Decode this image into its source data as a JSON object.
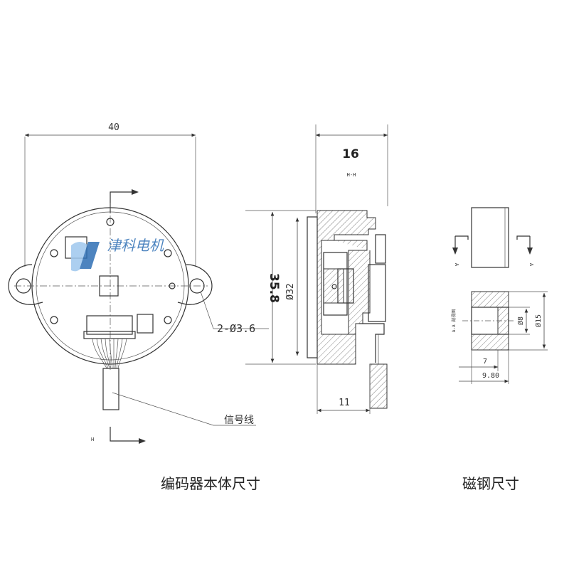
{
  "front_view": {
    "width_dim": "40",
    "hole_note": "2-Ø3.6",
    "cable_label": "信号线",
    "section_mark": "H",
    "watermark": "津科电机"
  },
  "side_view": {
    "depth_dim": "16",
    "section_label": "H-H",
    "height_dim": "35.8",
    "diameter_dim": "Ø32",
    "bottom_dim": "11"
  },
  "magnet_view": {
    "section_arrow_left": "A",
    "section_arrow_right": "A",
    "section_label": "A-A 剖视图",
    "inner_dia": "Ø8",
    "outer_dia": "Ø15",
    "len_inner": "7",
    "len_total": "9.80"
  },
  "captions": {
    "encoder": "编码器本体尺寸",
    "magnet": "磁钢尺寸"
  }
}
